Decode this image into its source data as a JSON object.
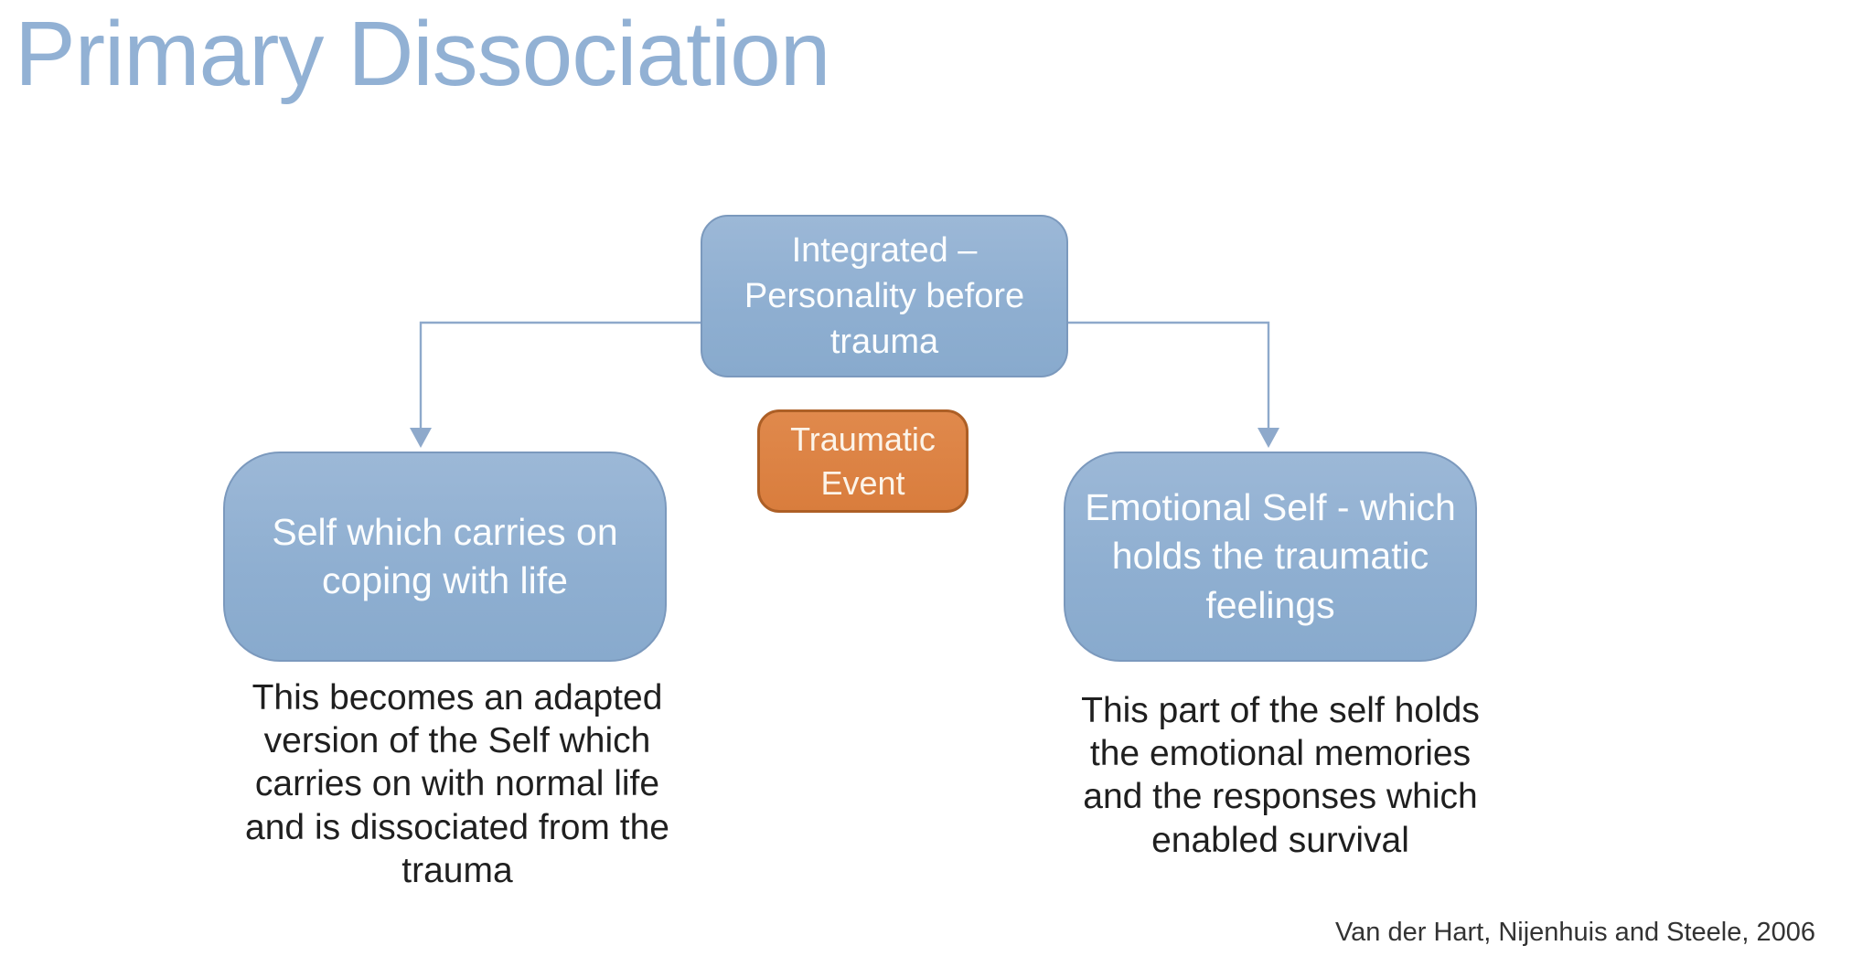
{
  "slide": {
    "title": "Primary Dissociation",
    "citation": "Van der Hart, Nijenhuis and Steele, 2006"
  },
  "diagram": {
    "top_box": {
      "label": "Integrated –\nPersonality before\ntrauma"
    },
    "event_box": {
      "label": "Traumatic\nEvent"
    },
    "left_box": {
      "label": "Self which carries on\ncoping with life"
    },
    "right_box": {
      "label": "Emotional Self - which\nholds the traumatic\nfeelings"
    },
    "left_note": {
      "text": "This becomes an adapted\nversion of the Self which\ncarries on with normal life\nand is dissociated from the\ntrauma"
    },
    "right_note": {
      "text": "This part of the self holds\nthe emotional memories\nand the responses which\nenabled survival"
    }
  },
  "palette": {
    "background": "#ffffff",
    "title_color": "#92b1d4",
    "box_blue_fill": "#8fafd1",
    "box_blue_border": "#7b99bd",
    "box_orange_fill": "#d97d3d",
    "box_orange_border": "#ad5f26",
    "box_text_color": "#fbfdfe",
    "connector_color": "#8ea9cb",
    "note_text_color": "#1f1f1f",
    "citation_color": "#333333"
  }
}
